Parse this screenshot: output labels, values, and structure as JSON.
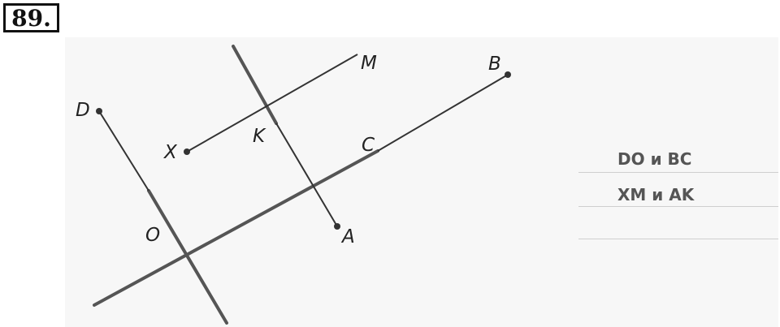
{
  "problem_number": "89.",
  "points": {
    "D": "D",
    "X": "X",
    "K": "K",
    "M": "M",
    "B": "B",
    "C": "C",
    "O": "O",
    "A": "A"
  },
  "answers": [
    "DO и  BC",
    "XM и AK",
    ""
  ],
  "colors": {
    "thin_line": "#333333",
    "thick_line": "#555555",
    "answer_text": "#555555"
  }
}
